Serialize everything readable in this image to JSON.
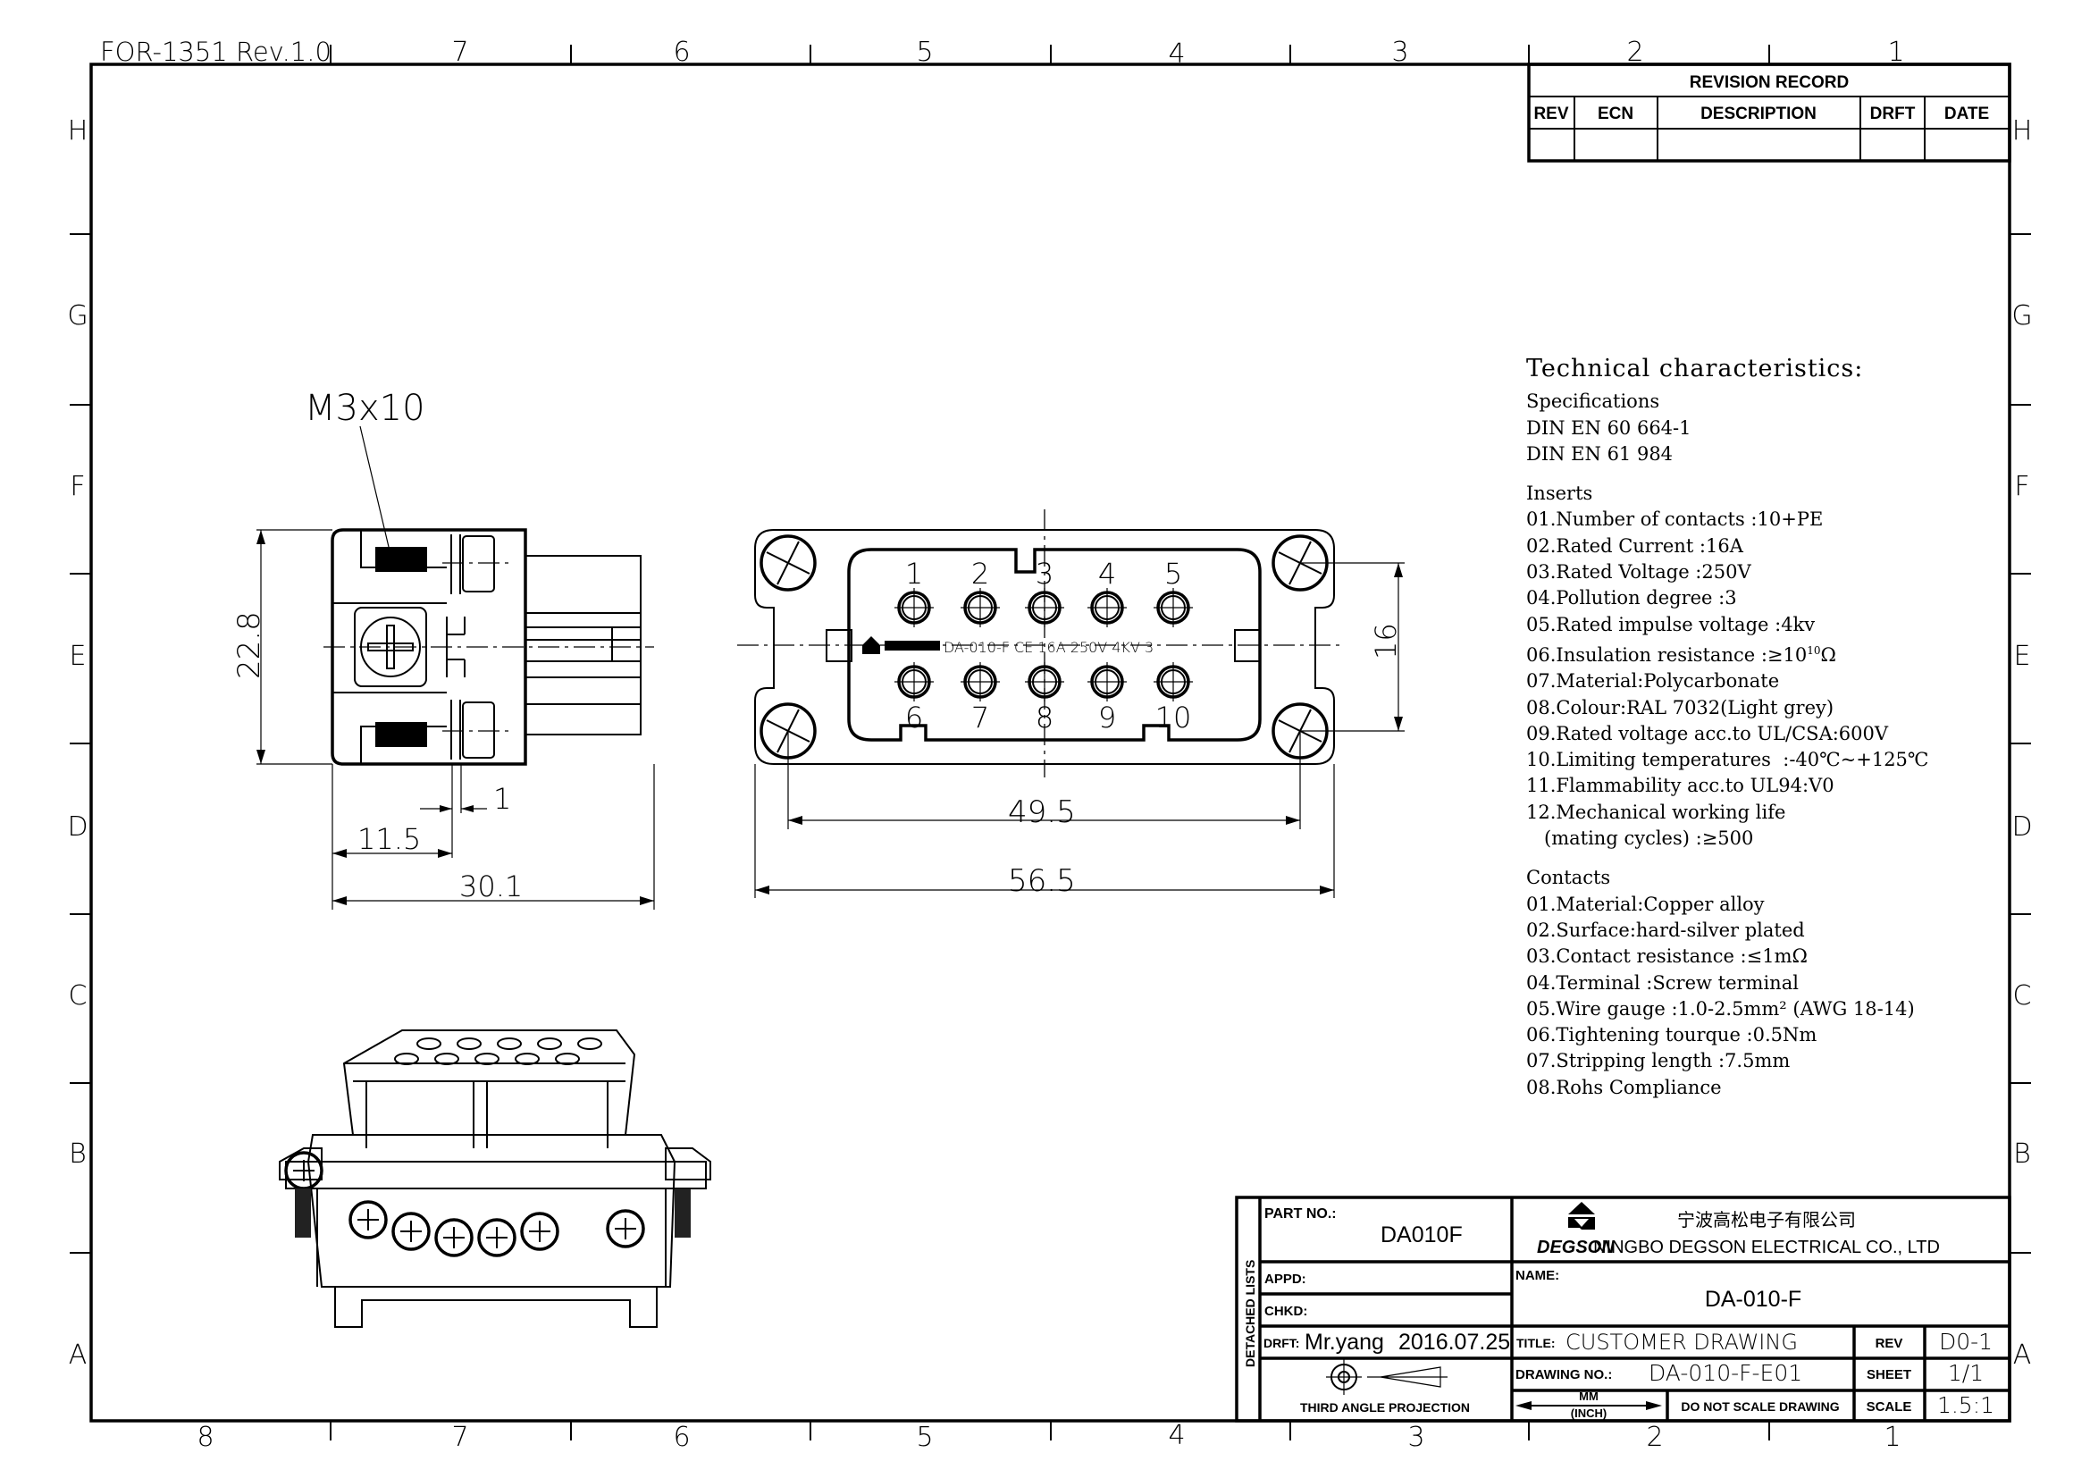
{
  "form_id": "FOR-1351 Rev.1.0",
  "zone_columns_top": [
    "7",
    "6",
    "5",
    "4",
    "3",
    "2",
    "1"
  ],
  "zone_columns_bottom": [
    "8",
    "7",
    "6",
    "5",
    "4",
    "3",
    "2",
    "1"
  ],
  "zone_rows": [
    "H",
    "G",
    "F",
    "E",
    "D",
    "C",
    "B",
    "A"
  ],
  "revision_record": {
    "title": "REVISION RECORD",
    "headers": [
      "REV",
      "ECN",
      "DESCRIPTION",
      "DRFT",
      "DATE"
    ],
    "rows": []
  },
  "side_view": {
    "screw_callout": "M3x10",
    "dim_height": "22.8",
    "dim_offset": "1",
    "dim_depth": "11.5",
    "dim_length": "30.1"
  },
  "front_view": {
    "contacts_top": [
      "1",
      "2",
      "3",
      "4",
      "5"
    ],
    "contacts_bottom": [
      "6",
      "7",
      "8",
      "9",
      "10"
    ],
    "insert_marking": "DA-010-F  CE  16A 250V 4KV 3",
    "dim_height": "16",
    "dim_hole_spacing": "49.5",
    "dim_width": "56.5"
  },
  "technical": {
    "title": "Technical characteristics:",
    "specifications_heading": "Specifications",
    "specifications": [
      "DIN EN 60 664-1",
      "DIN EN 61 984"
    ],
    "inserts_heading": "Inserts",
    "inserts": [
      "01.Number of contacts :10+PE",
      "02.Rated Current :16A",
      "03.Rated Voltage :250V",
      "04.Pollution degree :3",
      "05.Rated impulse voltage :4kv",
      "06.Insulation resistance :≥10",
      "07.Material:Polycarbonate",
      "08.Colour:RAL 7032(Light grey)",
      "09.Rated voltage acc.to UL/CSA:600V",
      "10.Limiting temperatures  :-40℃~+125℃",
      "11.Flammability acc.to UL94:V0",
      "12.Mechanical working life",
      "   (mating cycles) :≥500"
    ],
    "insulation_exponent": "10",
    "insulation_unit": "Ω",
    "contacts_heading": "Contacts",
    "contacts": [
      "01.Material:Copper alloy",
      "02.Surface:hard-silver plated",
      "03.Contact resistance :≤1mΩ",
      "04.Terminal :Screw terminal",
      "05.Wire gauge :1.0-2.5mm² (AWG 18-14)",
      "06.Tightening tourque :0.5Nm",
      "07.Stripping length :7.5mm",
      "08.Rohs Compliance"
    ]
  },
  "title_block": {
    "detached_lists": "DETACHED LISTS",
    "part_no_label": "PART NO.:",
    "part_no": "DA010F",
    "brand": "DEGSON",
    "company_cn": "宁波高松电子有限公司",
    "company_en": "NINGBO DEGSON ELECTRICAL CO., LTD",
    "appd_label": "APPD:",
    "chkd_label": "CHKD:",
    "name_label": "NAME:",
    "name": "DA-010-F",
    "drft_label": "DRFT:",
    "drafter": "Mr.yang",
    "date": "2016.07.25",
    "title_label": "TITLE:",
    "title": "CUSTOMER DRAWING",
    "rev_label": "REV",
    "rev": "D0-1",
    "drawing_no_label": "DRAWING NO.:",
    "drawing_no": "DA-010-F-E01",
    "sheet_label": "SHEET",
    "sheet": "1/1",
    "projection": "THIRD ANGLE PROJECTION",
    "units_primary": "MM",
    "units_secondary": "(INCH)",
    "no_scale": "DO NOT SCALE DRAWING",
    "scale_label": "SCALE",
    "scale": "1.5:1"
  }
}
